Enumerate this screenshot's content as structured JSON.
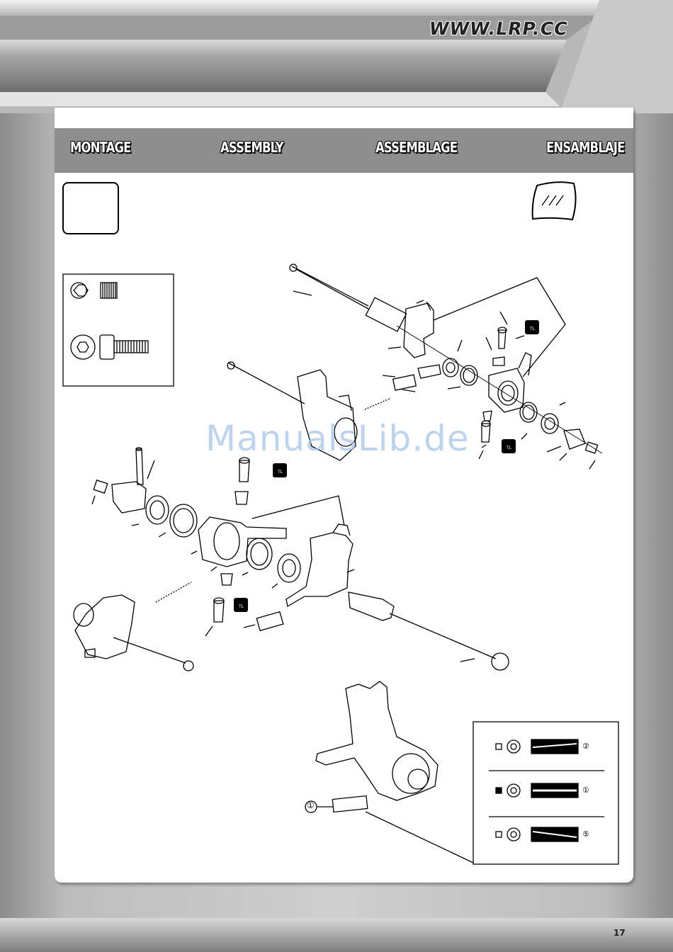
{
  "header": {
    "url": "WWW.LRP.CC"
  },
  "band": {
    "titles": [
      "MONTAGE",
      "ASSEMBLY",
      "ASSEMBLAGE",
      "ENSAMBLAJE"
    ]
  },
  "watermark": "ManualsLib.de",
  "callout": {
    "one": "①",
    "rows": [
      {
        "mark": "②"
      },
      {
        "mark": "①"
      },
      {
        "mark": "⑤"
      }
    ]
  },
  "glue_label": "TL",
  "footer": {
    "page_number": "17"
  }
}
